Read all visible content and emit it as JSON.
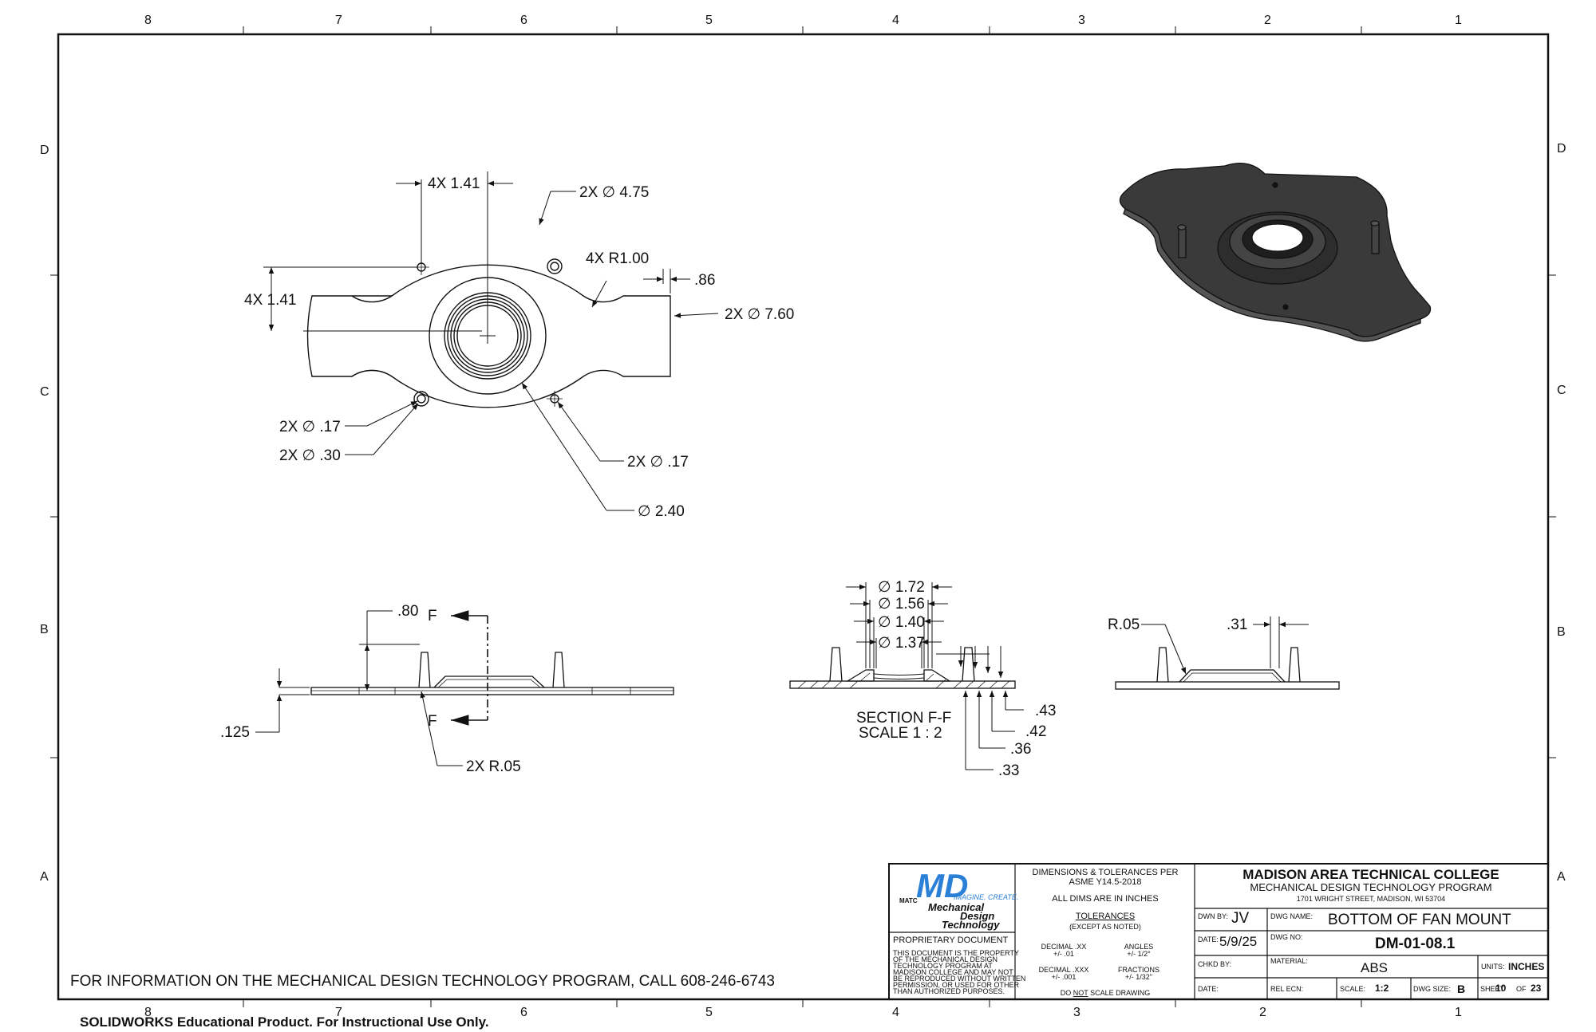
{
  "zones": {
    "columns": [
      "8",
      "7",
      "6",
      "5",
      "4",
      "3",
      "2",
      "1"
    ],
    "rows": [
      "D",
      "C",
      "B",
      "A"
    ]
  },
  "top_view": {
    "dims": {
      "hole_spacing_x": "4X 1.41",
      "hole_spacing_y": "4X 1.41",
      "outer_dia": "2X ∅ 4.75",
      "corner_radius": "4X R1.00",
      "tab_offset": ".86",
      "tab_dia": "2X ∅ 7.60",
      "hole_small_1": "2X ∅ .17",
      "hole_cbore": "2X ∅ .30",
      "hole_small_2": "2X ∅ .17",
      "boss_dia": "∅ 2.40"
    }
  },
  "side_view": {
    "dims": {
      "height": ".80",
      "thickness": ".125",
      "fillet": "2X R.05"
    },
    "section_arrow_label": "F"
  },
  "section_view": {
    "title": "SECTION F-F",
    "scale": "SCALE 1 : 2",
    "dias": [
      "∅ 1.72",
      "∅ 1.56",
      "∅ 1.40",
      "∅ 1.37"
    ],
    "depths": [
      ".43",
      ".42",
      ".36",
      ".33"
    ]
  },
  "right_view": {
    "dims": {
      "fillet": "R.05",
      "pin_width": ".31"
    }
  },
  "bottom_note": "FOR INFORMATION ON THE MECHANICAL DESIGN TECHNOLOGY PROGRAM, CALL 608-246-6743",
  "edu_note": "SOLIDWORKS Educational Product. For Instructional Use Only.",
  "title_block": {
    "logo": {
      "monogram": "MD",
      "tagline": "IMAGINE. CREATE.",
      "line1": "Mechanical",
      "line2": "Design",
      "line3": "Technology",
      "badge": "MATC"
    },
    "proprietary_title": "PROPRIETARY DOCUMENT",
    "proprietary_text": [
      "THIS DOCUMENT IS THE PROPERTY",
      "OF THE MECHANICAL DESIGN",
      "TECHNOLOGY PROGRAM AT",
      "MADISON COLLEGE AND MAY NOT",
      "BE REPRODUCED WITHOUT WRITTEN",
      "PERMISSION, OR USED FOR OTHER",
      "THAN AUTHORIZED PURPOSES."
    ],
    "std_line1": "DIMENSIONS & TOLERANCES PER",
    "std_line2": "ASME Y14.5-2018",
    "units_note": "ALL DIMS ARE IN INCHES",
    "tol_title": "TOLERANCES",
    "tol_sub": "(EXCEPT AS NOTED)",
    "tol_dec2_label": "DECIMAL .XX",
    "tol_dec2_val": "+/- .01",
    "tol_ang_label": "ANGLES",
    "tol_ang_val": "+/- 1/2°",
    "tol_dec3_label": "DECIMAL .XXX",
    "tol_dec3_val": "+/- .001",
    "tol_frac_label": "FRACTIONS",
    "tol_frac_val": "+/- 1/32\"",
    "no_scale_pre": "DO ",
    "no_scale_not": "NOT",
    "no_scale_post": " SCALE DRAWING",
    "college": "MADISON AREA TECHNICAL COLLEGE",
    "program": "MECHANICAL DESIGN TECHNOLOGY PROGRAM",
    "address": "1701 WRIGHT STREET, MADISON, WI  53704",
    "dwn_by_label": "DWN BY:",
    "dwn_by": "JV",
    "date_label": "DATE:",
    "date": "5/9/25",
    "chkd_label": "CHKD BY:",
    "date2_label": "DATE:",
    "dwg_name_label": "DWG NAME:",
    "dwg_name": "BOTTOM OF FAN MOUNT",
    "dwg_no_label": "DWG NO:",
    "dwg_no": "DM-01-08.1",
    "material_label": "MATERIAL:",
    "material": "ABS",
    "units_label": "UNITS:",
    "units": "INCHES",
    "rel_ecn_label": "REL ECN:",
    "scale_label": "SCALE:",
    "scale": "1:2",
    "dwg_size_label": "DWG SIZE:",
    "dwg_size": "B",
    "sheet_label": "SHEET",
    "sheet": "10",
    "of_label": "OF",
    "sheet_total": "23"
  },
  "colors": {
    "line": "#111111",
    "part_fill": "#3a3a3a",
    "logo_blue": "#2a7fd6"
  }
}
